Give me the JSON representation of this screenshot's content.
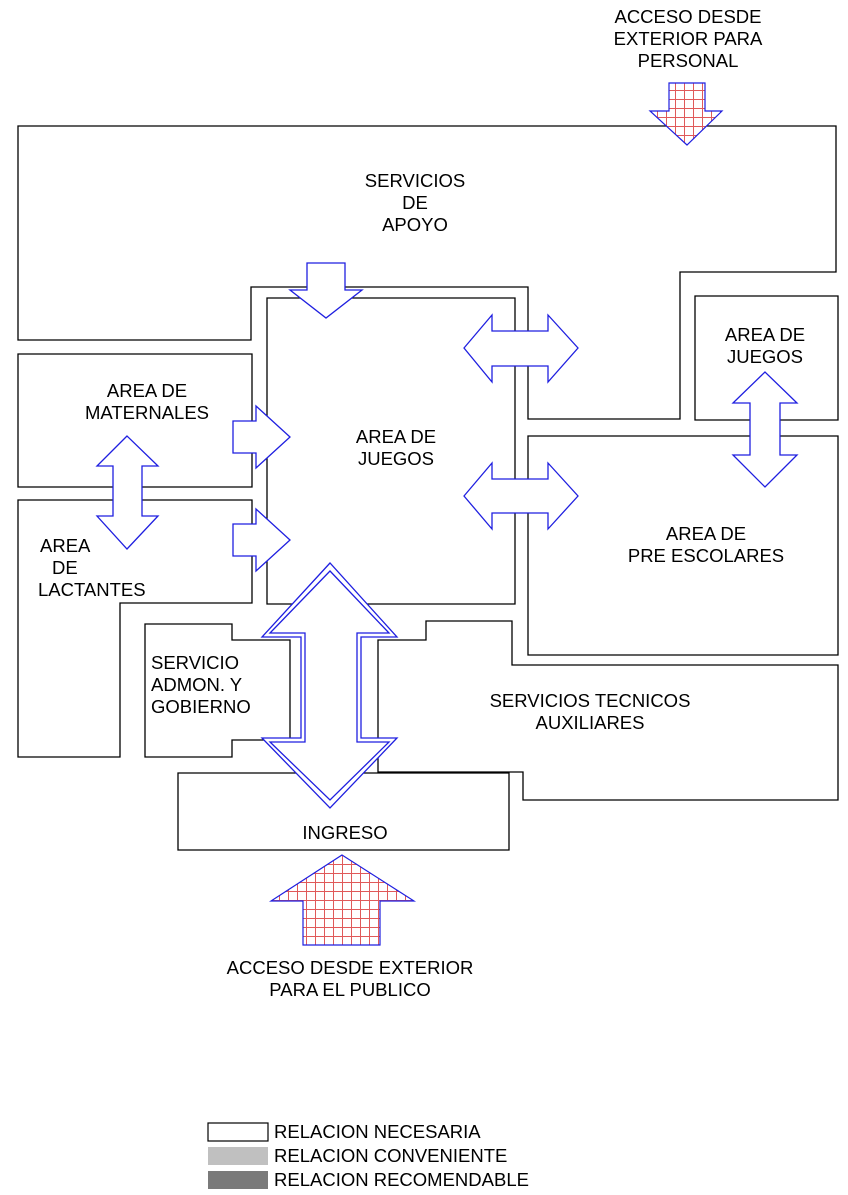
{
  "colors": {
    "zone_outline": "#000000",
    "relation_arrow": "#1f1fe0",
    "access_hatch": "#e05a5a",
    "legend_necesaria": "#ffffff",
    "legend_conveniente": "#c0c0c0",
    "legend_recomendable": "#7a7a7a"
  },
  "labels": {
    "acceso_personal": [
      "ACCESO DESDE",
      "EXTERIOR PARA",
      "PERSONAL"
    ],
    "servicios_apoyo": [
      "SERVICIOS",
      "DE",
      "APOYO"
    ],
    "area_juegos_central": [
      "AREA DE",
      "JUEGOS"
    ],
    "area_juegos_derecha": [
      "AREA DE",
      "JUEGOS"
    ],
    "area_maternales": [
      "AREA DE",
      "MATERNALES"
    ],
    "area_lactantes": [
      "AREA",
      "DE",
      "LACTANTES"
    ],
    "area_pre_escolares": [
      "AREA DE",
      "PRE ESCOLARES"
    ],
    "servicio_admon": [
      "SERVICIO",
      "ADMON. Y",
      "GOBIERNO"
    ],
    "servicios_tecnicos": [
      "SERVICIOS TECNICOS",
      "AUXILIARES"
    ],
    "ingreso": "INGRESO",
    "acceso_publico": [
      "ACCESO DESDE EXTERIOR",
      "PARA EL PUBLICO"
    ]
  },
  "legend": [
    {
      "label": "RELACION NECESARIA"
    },
    {
      "label": "RELACION CONVENIENTE"
    },
    {
      "label": "RELACION RECOMENDABLE"
    }
  ],
  "icons": {
    "relation_arrow": "double-headed-arrow",
    "access_arrow": "hatched-down-arrow"
  }
}
